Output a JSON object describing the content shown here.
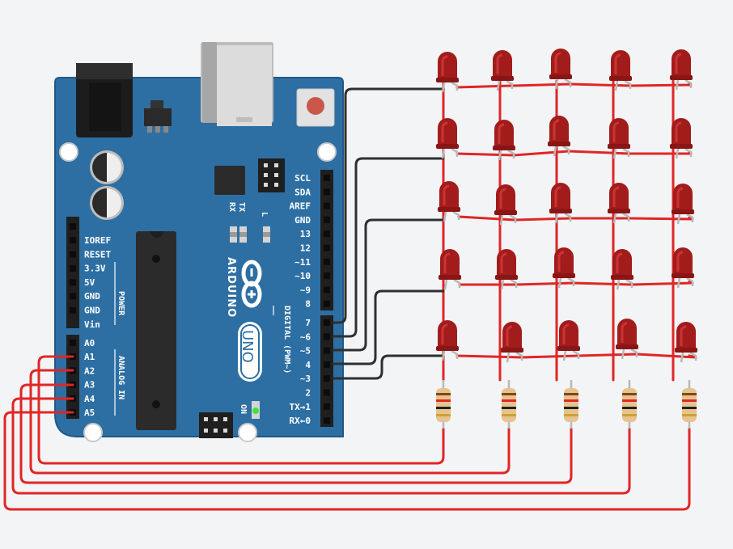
{
  "board": {
    "brand": "ARDUINO",
    "model": "UNO",
    "led_rx": "RX",
    "led_tx": "TX",
    "led_l": "L",
    "led_on": "ON",
    "digital_title": "DIGITAL (PWM~)",
    "power_title": "POWER",
    "analog_title": "ANALOG IN",
    "power_pins": [
      "IOREF",
      "RESET",
      "3.3V",
      "5V",
      "GND",
      "GND",
      "Vin"
    ],
    "analog_pins": [
      "A0",
      "A1",
      "A2",
      "A3",
      "A4",
      "A5"
    ],
    "digital_top": [
      "SCL",
      "SDA",
      "AREF",
      "GND",
      "13",
      "12",
      "~11",
      "~10",
      "~9",
      "8"
    ],
    "digital_bottom": [
      "7",
      "~6",
      "~5",
      "4",
      "~3",
      "2",
      "TX→1",
      "RX←0"
    ]
  },
  "colors": {
    "board": "#2d6fa3",
    "board_edge": "#1f5a89",
    "wire_red": "#e02626",
    "wire_black": "#2f2f2f",
    "led_body": "#a21c1c",
    "led_highlight": "#c93434",
    "resistor_body": "#e7c48e",
    "background": "#f3f4f6"
  },
  "led_matrix": {
    "rows": 5,
    "cols": 5
  },
  "resistors": {
    "count": 5
  }
}
